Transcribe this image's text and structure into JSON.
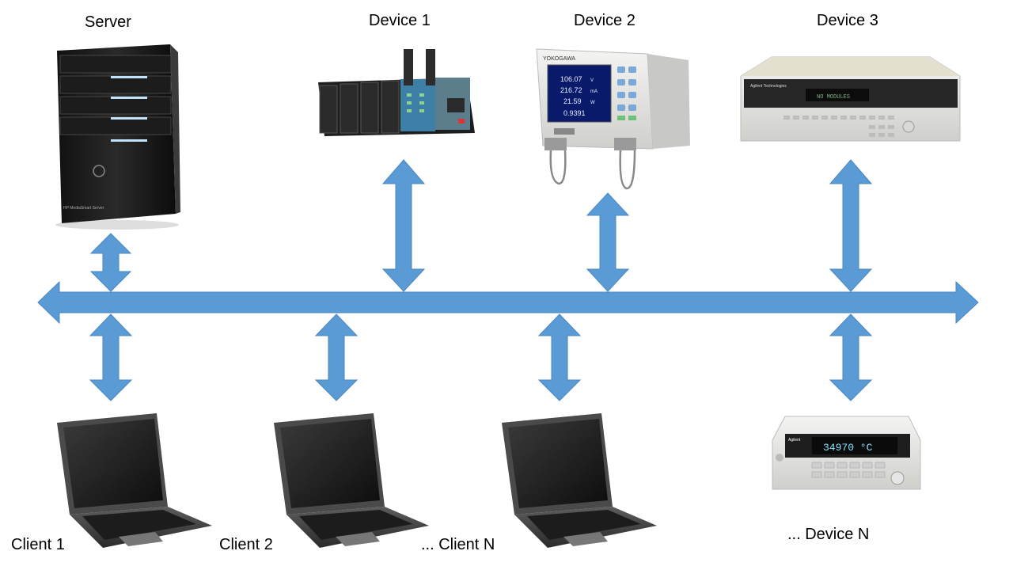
{
  "labels": {
    "server": "Server",
    "device1": "Device 1",
    "device2": "Device 2",
    "device3": "Device 3",
    "deviceN": "...  Device N",
    "client1": "Client 1",
    "client2": "Client 2",
    "clientN": "...  Client N"
  },
  "screens": {
    "device2_readings": [
      "106.07",
      "216.72",
      "21.59",
      "0.9391"
    ],
    "device2_units": [
      "V",
      "mA",
      "W",
      ""
    ],
    "device2_brand": "YOKOGAWA",
    "device3_display": "NO MODULES",
    "device3_brand": "Agilent Technologies",
    "deviceN_display": "34970 °C",
    "deviceN_brand": "Agilent",
    "server_brand": "HP MediaSmart Server"
  },
  "colors": {
    "arrow": "#5b9bd5",
    "arrow_stroke": "#4a87c0"
  }
}
